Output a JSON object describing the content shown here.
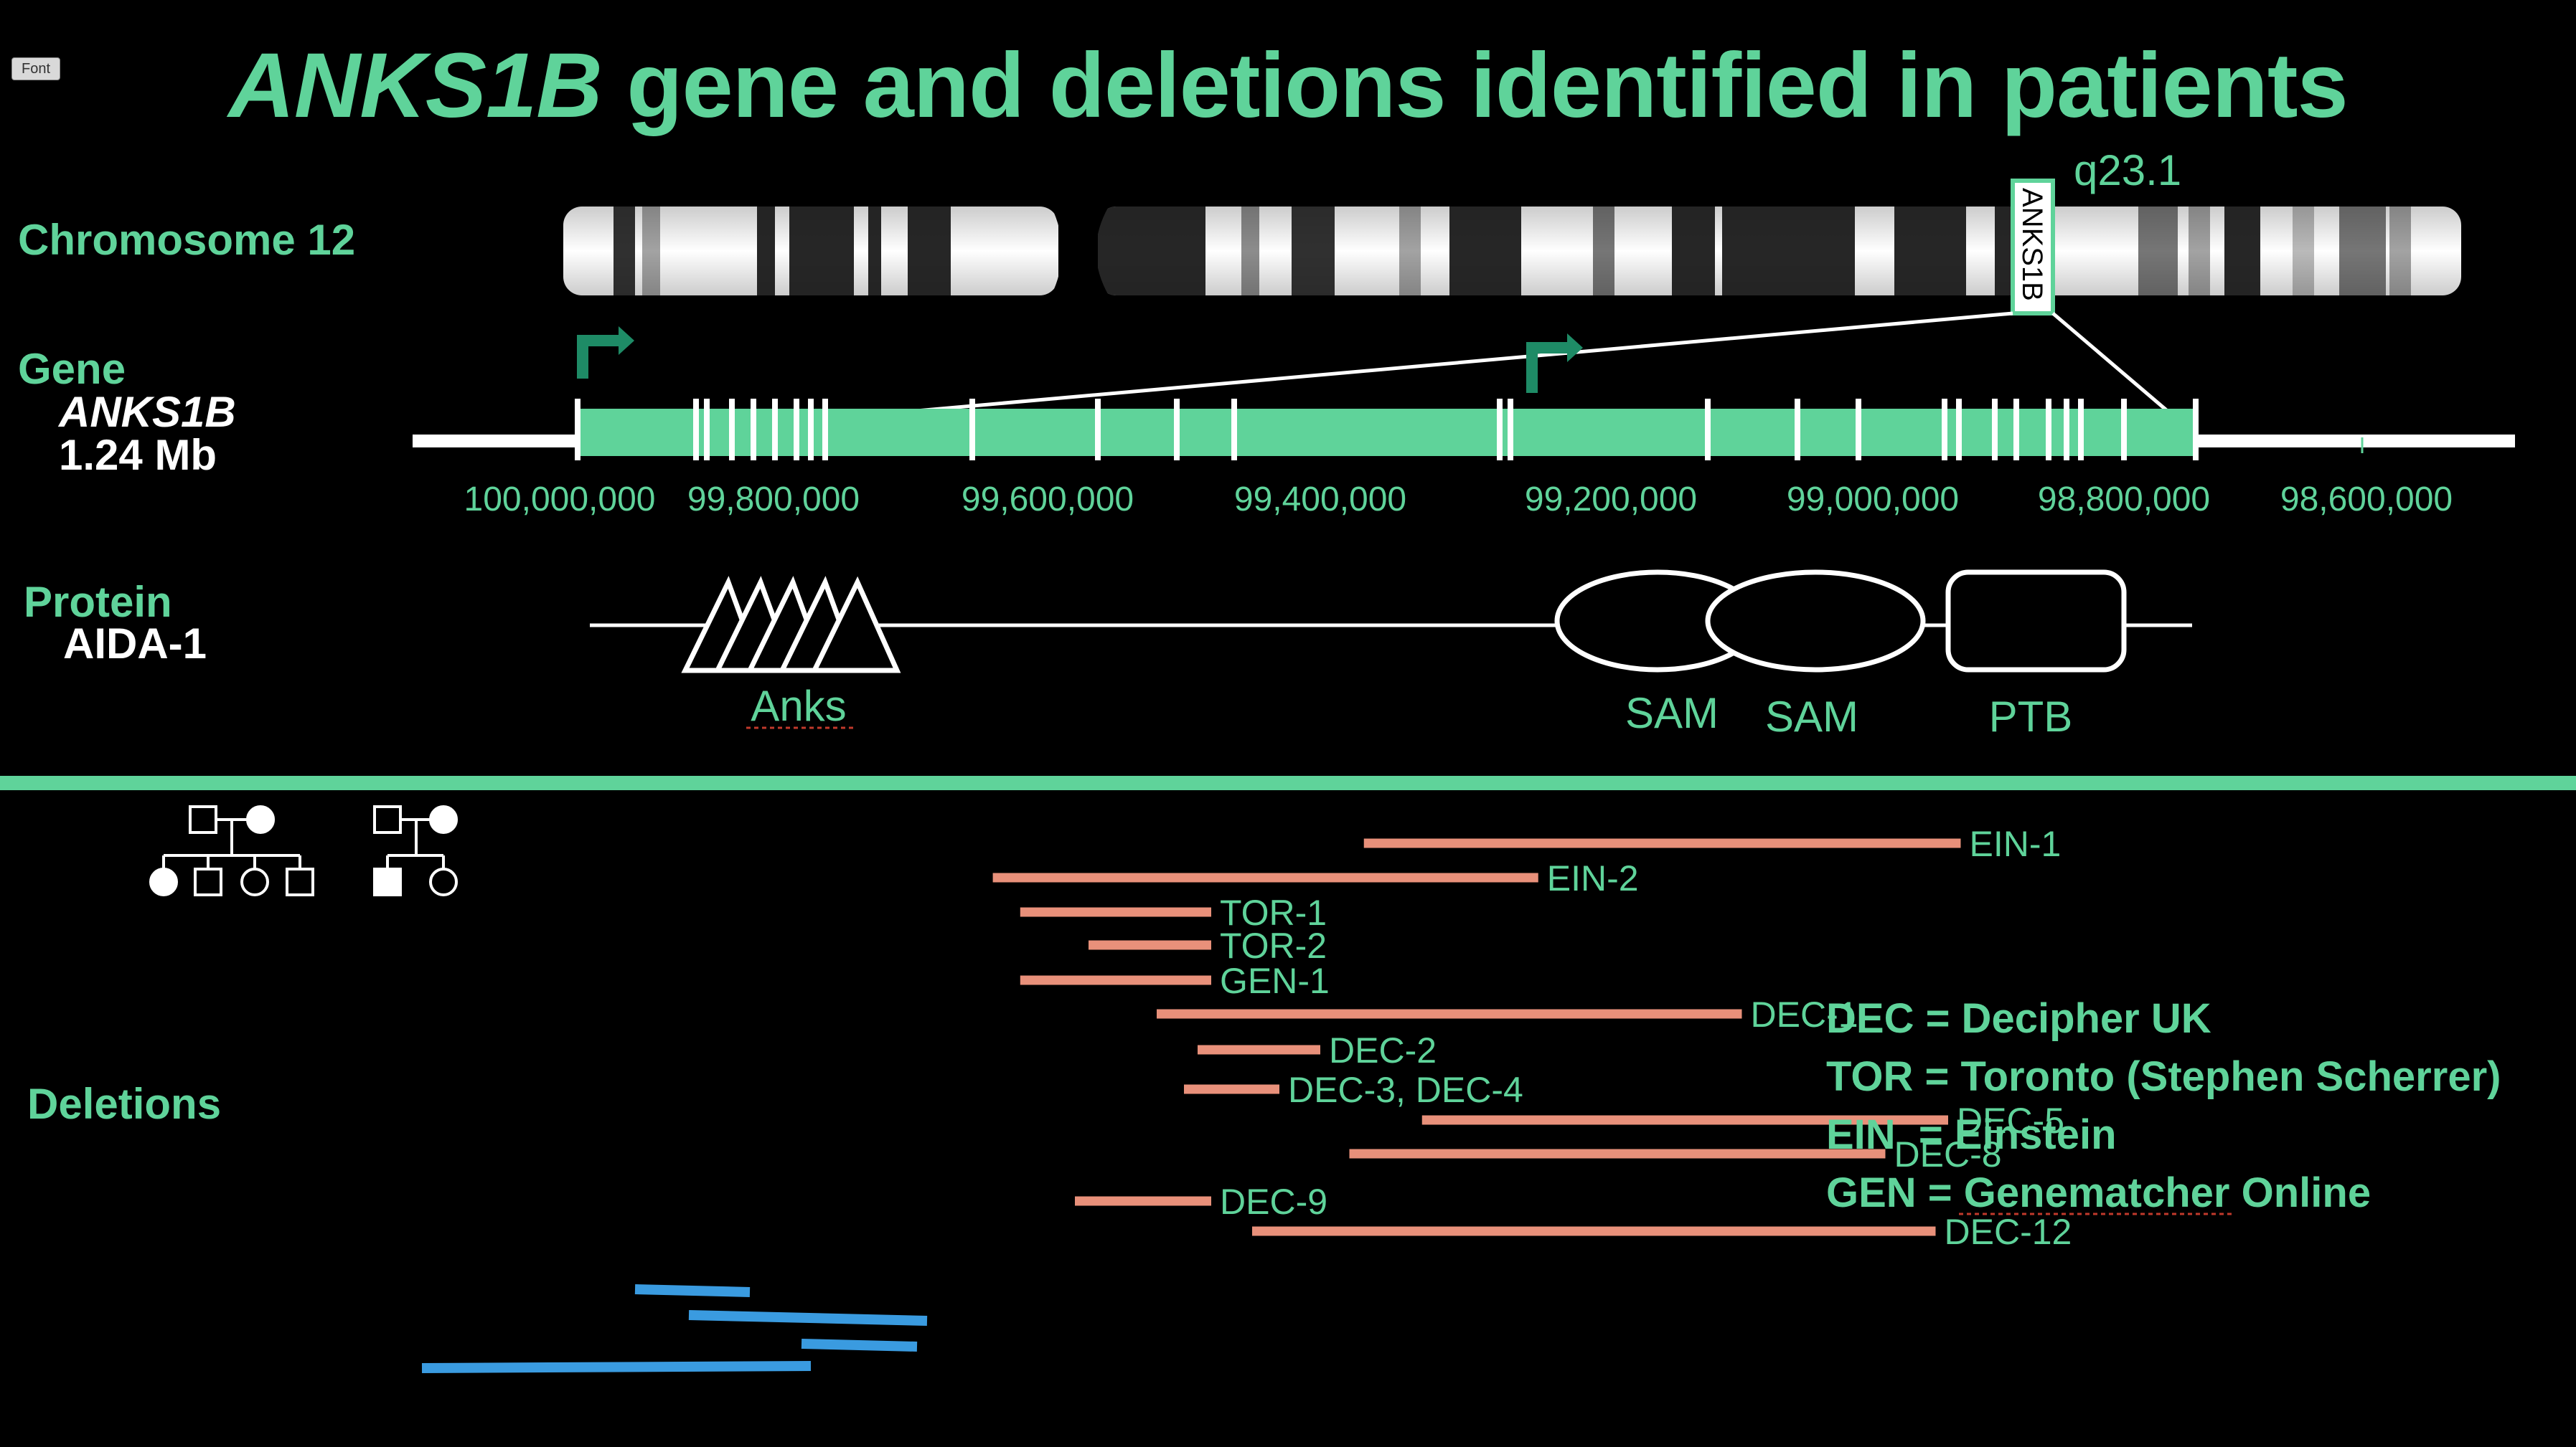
{
  "font_chip": "Font",
  "title": {
    "gene_italic": "ANKS1B",
    "rest": " gene and deletions identified in patients"
  },
  "colors": {
    "accent": "#5fd39a",
    "deletion": "#e8907a",
    "blue": "#3a9be0",
    "white": "#ffffff"
  },
  "chromosome": {
    "label": "Chromosome 12",
    "band": "q23.1",
    "gene_box": "ANKS1B"
  },
  "gene": {
    "label": "Gene",
    "name": "ANKS1B",
    "size": "1.24 Mb"
  },
  "axis_labels": [
    "100,000,000",
    "99,800,000",
    "99,600,000",
    "99,400,000",
    "99,200,000",
    "99,000,000",
    "98,800,000",
    "98,600,000"
  ],
  "protein": {
    "label": "Protein",
    "name": "AIDA-1",
    "domains": [
      "Anks",
      "SAM",
      "SAM",
      "PTB"
    ]
  },
  "deletions": {
    "label": "Deletions",
    "items": [
      {
        "name": "EIN-1",
        "start": 99370000,
        "end": 98930000
      },
      {
        "name": "EIN-2",
        "start": 99640000,
        "end": 99250000
      },
      {
        "name": "TOR-1",
        "start": 99620000,
        "end": 99480000
      },
      {
        "name": "TOR-2",
        "start": 99570000,
        "end": 99480000
      },
      {
        "name": "GEN-1",
        "start": 99620000,
        "end": 99480000
      },
      {
        "name": "DEC-1",
        "start": 99520000,
        "end": 99100000
      },
      {
        "name": "DEC-2",
        "start": 99490000,
        "end": 99400000
      },
      {
        "name": "DEC-3, DEC-4",
        "start": 99500000,
        "end": 99430000
      },
      {
        "name": "DEC-5",
        "start": 99330000,
        "end": 98940000
      },
      {
        "name": "DEC-8",
        "start": 99380000,
        "end": 98990000
      },
      {
        "name": "DEC-9",
        "start": 99580000,
        "end": 99480000
      },
      {
        "name": "DEC-12",
        "start": 99450000,
        "end": 98950000
      }
    ],
    "legend": [
      "DEC = Decipher UK",
      "TOR = Toronto (Stephen Scherrer)",
      "EIN  = Einstein",
      "GEN = Genematcher Online"
    ]
  }
}
